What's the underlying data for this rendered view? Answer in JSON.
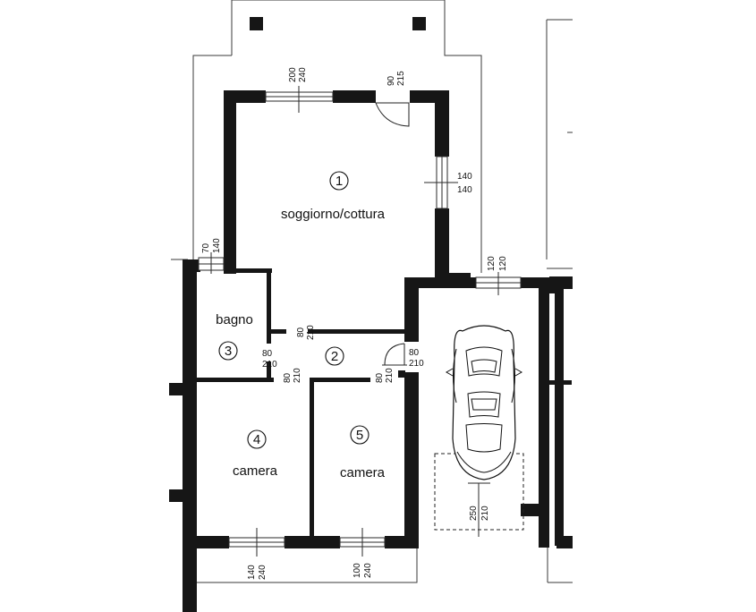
{
  "rooms": [
    {
      "number": "1",
      "name": "soggiorno/cottura"
    },
    {
      "number": "3",
      "name": "bagno"
    },
    {
      "number": "2",
      "name": ""
    },
    {
      "number": "4",
      "name": "camera"
    },
    {
      "number": "5",
      "name": "camera"
    }
  ],
  "dimensions": {
    "living_top_window": [
      "200",
      "240"
    ],
    "living_door": [
      "90",
      "215"
    ],
    "living_right_window": [
      "140",
      "140"
    ],
    "bagno_window": [
      "70",
      "140"
    ],
    "garage_window": [
      "120",
      "120"
    ],
    "door_bagno": [
      "80",
      "210"
    ],
    "door_hall_top": [
      "80",
      "210"
    ],
    "door_garage": [
      "80",
      "210"
    ],
    "door_camera4": [
      "80",
      "210"
    ],
    "door_camera5": [
      "80",
      "210"
    ],
    "camera4_window": [
      "140",
      "240"
    ],
    "camera5_window": [
      "100",
      "240"
    ],
    "parking": [
      "250",
      "210"
    ]
  }
}
